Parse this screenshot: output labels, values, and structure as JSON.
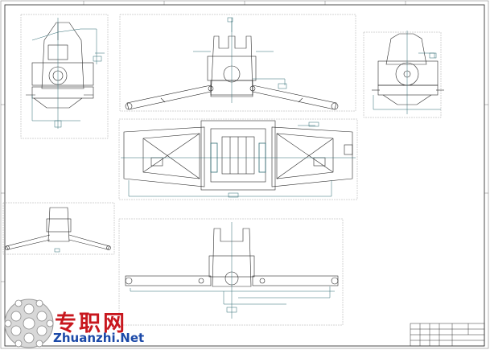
{
  "drawing": {
    "type": "engineering-assembly-drawing",
    "views": [
      "front-view",
      "side-view-right",
      "top-view-left",
      "sectional-plan-view",
      "extended-arms-view",
      "folded-arms-view",
      "side-view-left"
    ]
  },
  "watermark": {
    "chinese_text": "专职网",
    "url": "Zhuanzhi.Net",
    "logo": "ball-logo"
  },
  "colors": {
    "line": "#2a2a2a",
    "dimension": "#2e6b73",
    "view_border": "#a8a8a8",
    "watermark_red": "#c8171e",
    "watermark_blue": "#1b49a8"
  }
}
